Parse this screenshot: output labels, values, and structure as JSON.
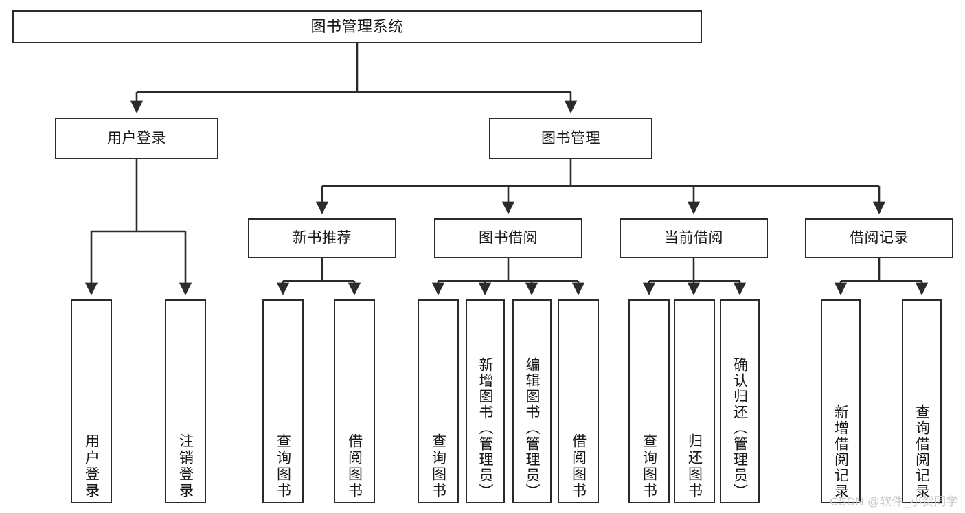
{
  "diagram": {
    "title": "图书管理系统",
    "type": "tree",
    "watermark": "CSDN @软件_小贺同学",
    "colors": {
      "background": "#ffffff",
      "box_border": "#2b2b2b",
      "box_fill": "#ffffff",
      "text": "#171717",
      "connector": "#2b2b2b",
      "watermark": "#c9c9c9"
    },
    "root": {
      "label": "图书管理系统"
    },
    "tier1": [
      {
        "label": "用户登录"
      },
      {
        "label": "图书管理"
      }
    ],
    "tier2": [
      {
        "label": "新书推荐"
      },
      {
        "label": "图书借阅"
      },
      {
        "label": "当前借阅"
      },
      {
        "label": "借阅记录"
      }
    ],
    "leaves": {
      "user_login": [
        {
          "label": "用户登录"
        },
        {
          "label": "注销登录"
        }
      ],
      "new_book_recommend": [
        {
          "label": "查询图书"
        },
        {
          "label": "借阅图书"
        }
      ],
      "book_borrow": [
        {
          "label": "查询图书"
        },
        {
          "label": "新增图书（管理员）"
        },
        {
          "label": "编辑图书（管理员）"
        },
        {
          "label": "借阅图书"
        }
      ],
      "current_borrow": [
        {
          "label": "查询图书"
        },
        {
          "label": "归还图书"
        },
        {
          "label": "确认归还（管理员）"
        }
      ],
      "borrow_record": [
        {
          "label": "新增借阅记录"
        },
        {
          "label": "查询借阅记录"
        }
      ]
    }
  }
}
